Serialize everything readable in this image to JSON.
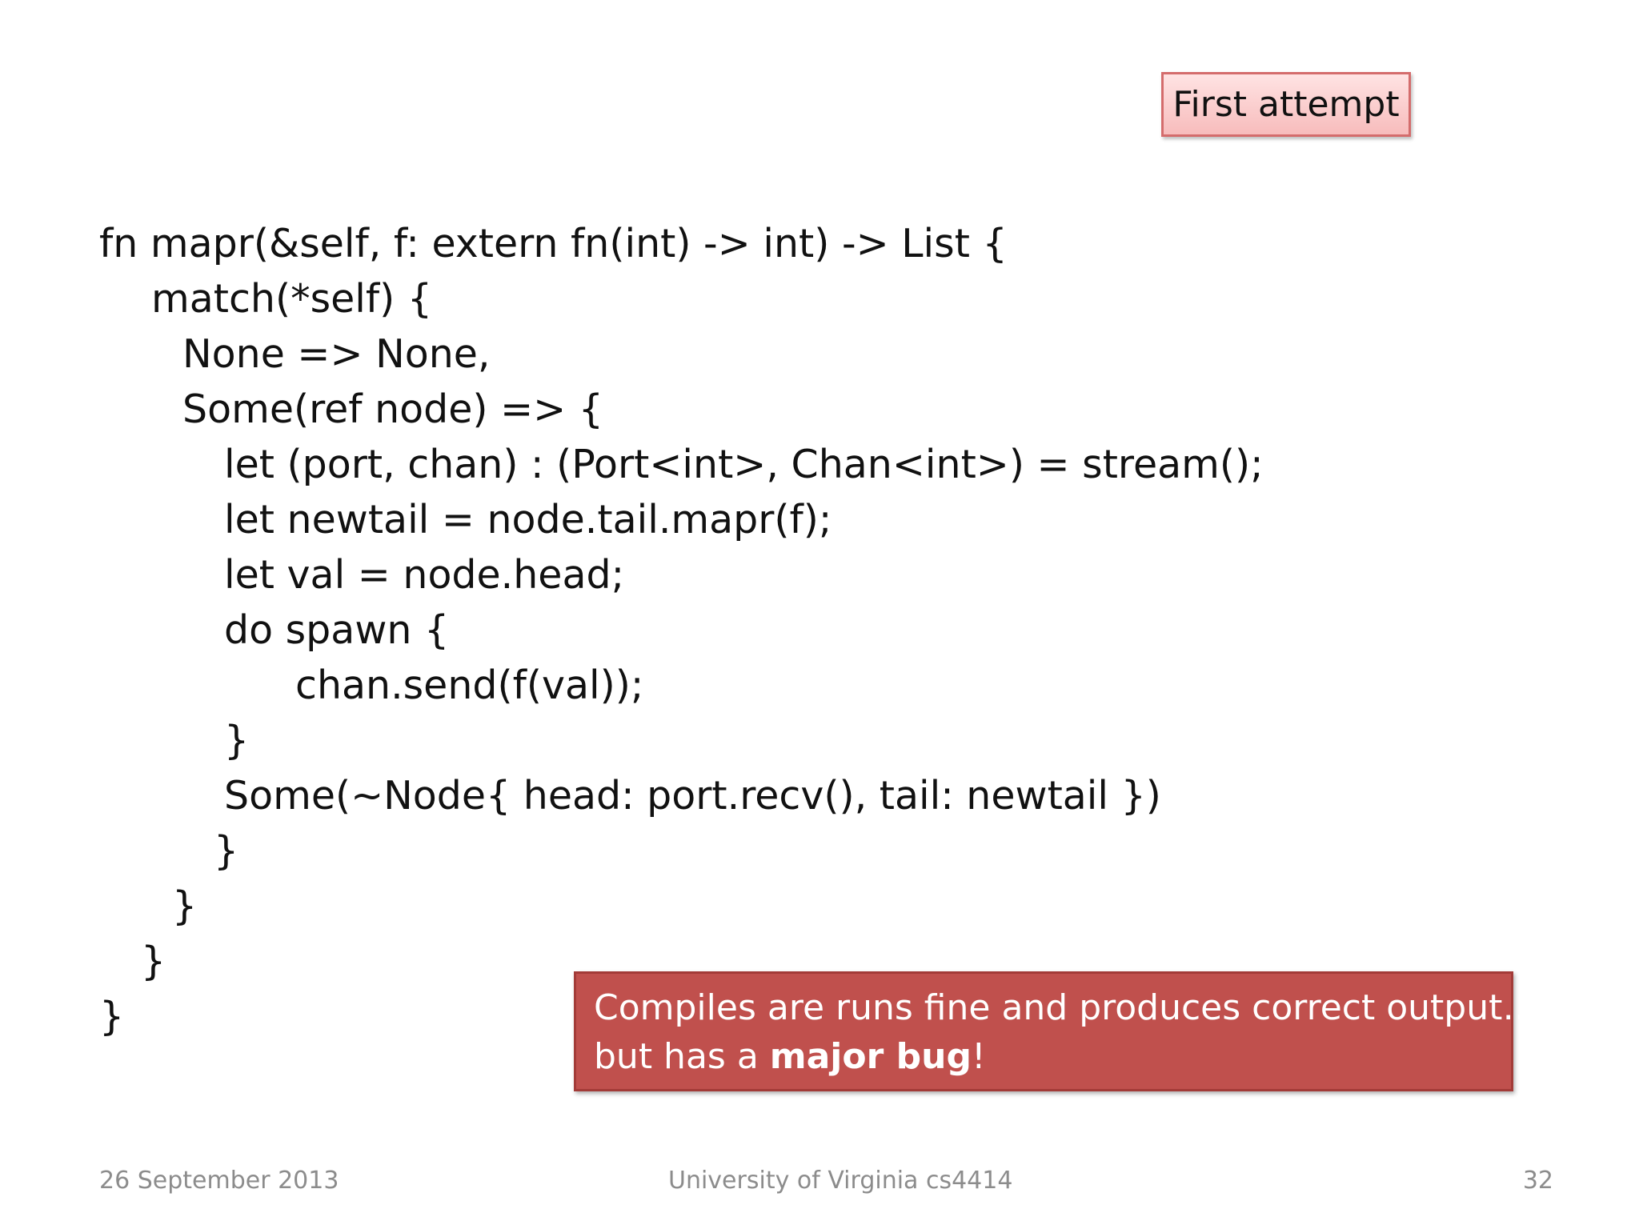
{
  "badge": {
    "label": "First attempt"
  },
  "code": {
    "lines": [
      "fn mapr(&self, f: extern fn(int) -> int) -> List {",
      "match(*self) {",
      "None => None,",
      "Some(ref node) => {",
      "let (port, chan) : (Port<int>, Chan<int>) = stream();",
      "let newtail = node.tail.mapr(f);",
      "let val = node.head;",
      "do spawn {",
      "chan.send(f(val));",
      "}",
      "Some(~Node{ head: port.recv(), tail: newtail })",
      "}",
      "}",
      "}",
      "}"
    ]
  },
  "callout": {
    "line1": "Compiles are runs fine and produces correct output…",
    "line2_prefix": "but has a ",
    "line2_bold": "major bug",
    "line2_suffix": "!"
  },
  "footer": {
    "date": "26 September 2013",
    "course": "University of Virginia cs4414",
    "page_number": "32"
  }
}
